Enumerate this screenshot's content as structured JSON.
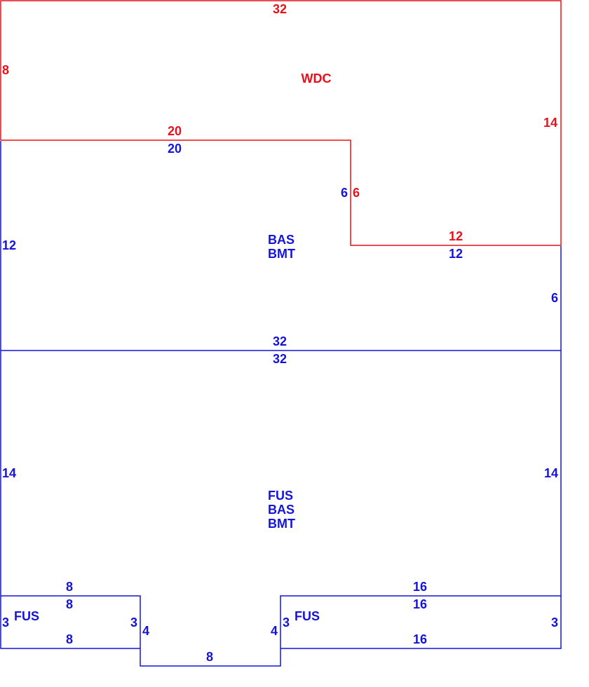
{
  "colors": {
    "upper_level": "#e8101a",
    "main_level": "#1414d8"
  },
  "areas": {
    "wdc": {
      "code": "WDC",
      "dims": {
        "top": "32",
        "left": "8",
        "right": "14",
        "bottom": "20",
        "step_side": "6",
        "step_bottom": "12"
      }
    },
    "bas_bmt": {
      "codes": [
        "BAS",
        "BMT"
      ],
      "dims": {
        "top": "20",
        "step_side": "6",
        "step_top": "12",
        "left": "12",
        "right": "6",
        "bottom": "32"
      }
    },
    "fus_bas_bmt": {
      "codes": [
        "FUS",
        "BAS",
        "BMT"
      ],
      "dims": {
        "top": "32",
        "left": "14",
        "right": "14",
        "bottom_left": "8",
        "bottom_right": "16"
      }
    },
    "fus_left": {
      "code": "FUS",
      "dims": {
        "top": "8",
        "bottom": "8",
        "left": "3",
        "right": "3"
      }
    },
    "fus_right": {
      "code": "FUS",
      "dims": {
        "top": "16",
        "bottom": "16",
        "left": "3",
        "right": "3"
      }
    },
    "entry": {
      "dims": {
        "left": "4",
        "right": "4",
        "bottom": "8"
      }
    }
  }
}
